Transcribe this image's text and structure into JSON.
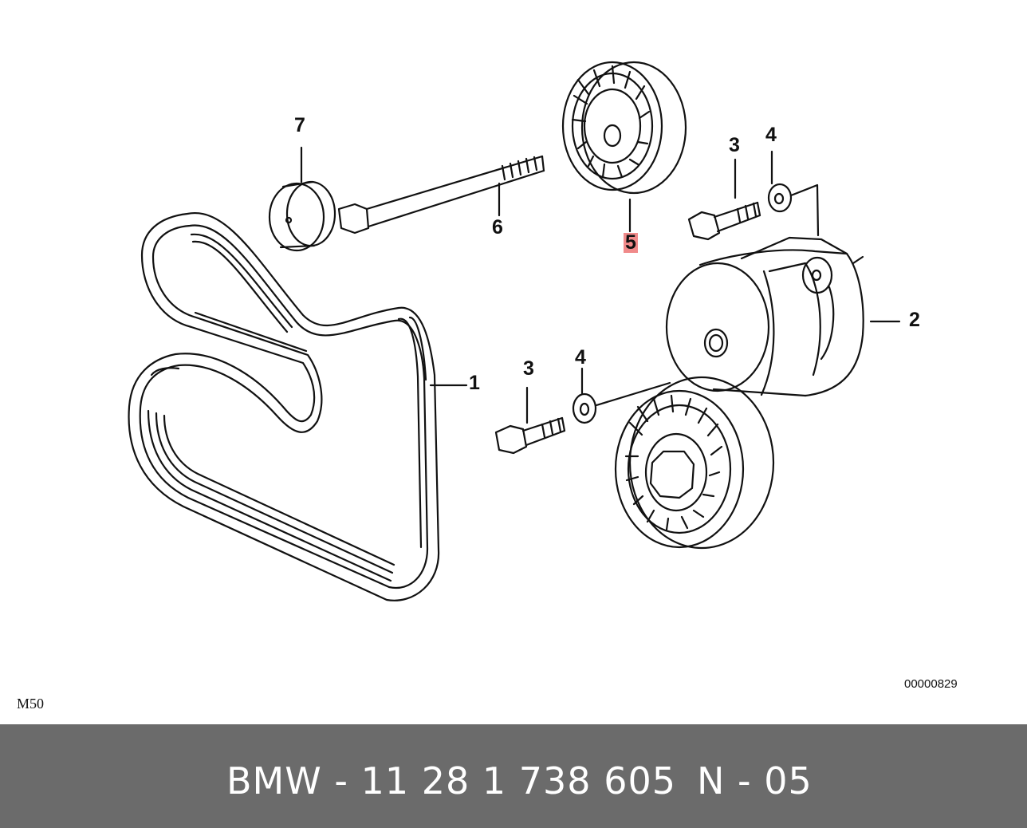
{
  "diagram": {
    "callouts": {
      "belt": "1",
      "tensioner": "2",
      "bolt_top": "3",
      "washer_top": "4",
      "bolt_bottom": "3",
      "washer_bottom": "4",
      "idler_pulley": "5",
      "long_bolt": "6",
      "cap": "7"
    },
    "highlighted_callout": "5",
    "drawing_code": "00000829",
    "engine_label": "M50"
  },
  "footer": {
    "part_number": "BMW - 11 28 1 738 605",
    "reference": "N - 05"
  },
  "colors": {
    "highlight": "#f08a8a",
    "footer_bg": "#6b6b6b",
    "footer_text": "#ffffff",
    "line": "#111111"
  }
}
